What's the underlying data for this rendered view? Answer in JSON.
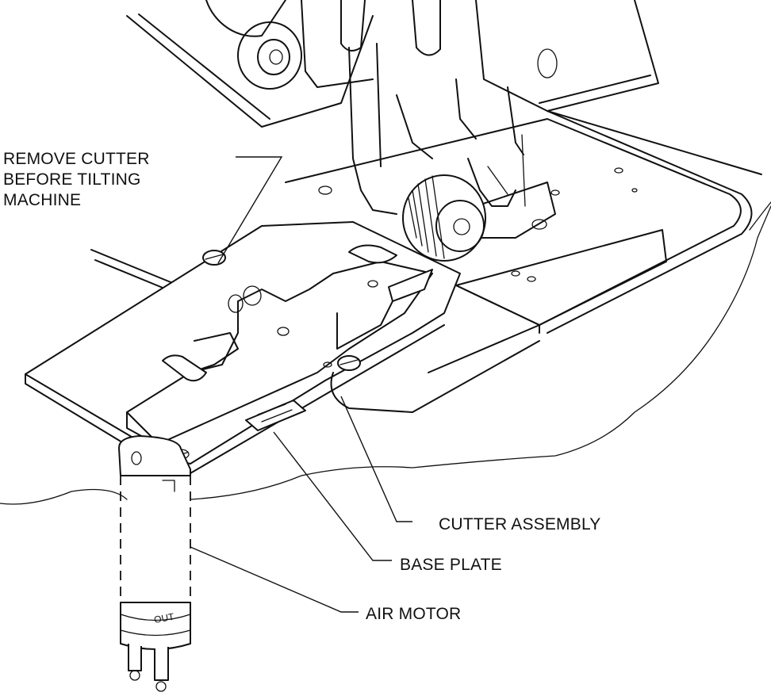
{
  "labels": {
    "remove_cutter": [
      "REMOVE CUTTER",
      "BEFORE TILTING",
      "MACHINE"
    ],
    "cutter_assembly": "CUTTER ASSEMBLY",
    "base_plate": "BASE PLATE",
    "air_motor": "AIR MOTOR"
  },
  "motor_marking": "OUT",
  "colors": {
    "ink": "#111111",
    "paper": "#ffffff"
  }
}
